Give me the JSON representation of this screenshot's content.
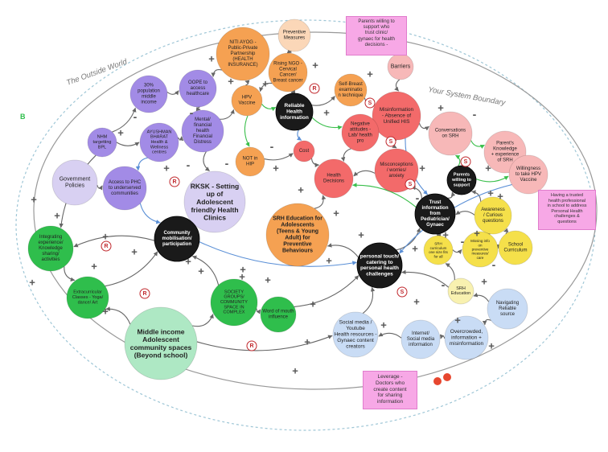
{
  "colors": {
    "orange": "#f5a152",
    "purple": "#a28be6",
    "lavender": "#d8d0f2",
    "black": "#1a1a1a",
    "salmon": "#f36a6a",
    "pink": "#f7b8b8",
    "yellow": "#f5e04a",
    "lightyellow": "#f8f1b0",
    "lightblue": "#c9dcf5",
    "green": "#2fbe4c",
    "lightgreen": "#aee8c4",
    "peach": "#fbd7b8",
    "note": "#f7a8e6"
  },
  "labels": {
    "outside_world": "The Outside World",
    "system_boundary": "Your System Boundary",
    "corner_mark": "B",
    "plus": "+",
    "minus": "-",
    "r": "R",
    "s": "S"
  },
  "nodes": [
    {
      "id": "niti",
      "lines": [
        "NITI AYOG -",
        "Public-Private",
        "Partnership",
        "(HEALTH",
        "INSURANCE)"
      ],
      "color": "orange"
    },
    {
      "id": "preventive",
      "lines": [
        "Preventive",
        "Measures"
      ],
      "color": "peach"
    },
    {
      "id": "rising_ngo",
      "lines": [
        "Rising NGO -",
        "Cervical",
        "Cancer/",
        "Breast cancer"
      ],
      "color": "orange"
    },
    {
      "id": "barriers",
      "lines": [
        "Barriers"
      ],
      "color": "pink"
    },
    {
      "id": "pop30",
      "lines": [
        "30%",
        "population",
        "middle",
        "income"
      ],
      "color": "purple"
    },
    {
      "id": "oope",
      "lines": [
        "OOPE to",
        "access",
        "healthcare"
      ],
      "color": "purple"
    },
    {
      "id": "hpv",
      "lines": [
        "HPV",
        "Vaccine"
      ],
      "color": "orange"
    },
    {
      "id": "reliable",
      "lines": [
        "Reliable",
        "Health",
        "information"
      ],
      "color": "black"
    },
    {
      "id": "self_breast",
      "lines": [
        "Self-Breast",
        "examinatio",
        "n technique"
      ],
      "color": "orange"
    },
    {
      "id": "misinfo",
      "lines": [
        "Misinformation",
        "- Absence of",
        "Unified HIS"
      ],
      "color": "salmon"
    },
    {
      "id": "conversations",
      "lines": [
        "Conversations",
        "on SRH"
      ],
      "color": "pink"
    },
    {
      "id": "nhm",
      "lines": [
        "NHM",
        "targetting",
        "BPL"
      ],
      "color": "purple"
    },
    {
      "id": "ayushman",
      "lines": [
        "AYUSHMAN",
        "BHARAT",
        "Health &",
        "Wellness",
        "centres"
      ],
      "color": "purple"
    },
    {
      "id": "mental",
      "lines": [
        "Mental/",
        "financial",
        "health",
        "Financial",
        "Distress"
      ],
      "color": "purple"
    },
    {
      "id": "not_hip",
      "lines": [
        "NOT in",
        "HIP"
      ],
      "color": "orange"
    },
    {
      "id": "cost",
      "lines": [
        "Cost"
      ],
      "color": "salmon"
    },
    {
      "id": "negative",
      "lines": [
        "Negative",
        "attitudes -",
        "Lab/ health",
        "pro"
      ],
      "color": "salmon"
    },
    {
      "id": "parents_knowledge",
      "lines": [
        "Parent's",
        "Knowledge",
        "+ experience",
        "of SRH"
      ],
      "color": "pink"
    },
    {
      "id": "willingness",
      "lines": [
        "Willingness",
        "to take HPV",
        "Vaccine"
      ],
      "color": "pink"
    },
    {
      "id": "gov",
      "lines": [
        "Government",
        "Policies"
      ],
      "color": "lavender"
    },
    {
      "id": "access_phc",
      "lines": [
        "Access to PHC",
        "to underserved",
        "communities"
      ],
      "color": "purple"
    },
    {
      "id": "rksk",
      "lines": [
        "RKSK - Setting",
        "up of",
        "Adolescent",
        "friendly Health",
        "Clinics"
      ],
      "color": "lavender"
    },
    {
      "id": "health_decisions",
      "lines": [
        "Health",
        "Decisions"
      ],
      "color": "salmon"
    },
    {
      "id": "misconceptions",
      "lines": [
        "Misconceptions",
        "/ worries/",
        "anxiety"
      ],
      "color": "salmon"
    },
    {
      "id": "parents_support",
      "lines": [
        "Parents",
        "willing to",
        "support"
      ],
      "color": "black"
    },
    {
      "id": "trust_info",
      "lines": [
        "Trust",
        "information",
        "from",
        "Pediatrician/",
        "Gynaec"
      ],
      "color": "black"
    },
    {
      "id": "awareness",
      "lines": [
        "Awareness",
        "/ Curious",
        "questions"
      ],
      "color": "yellow"
    },
    {
      "id": "srh_edu_adol",
      "lines": [
        "SRH Education for",
        "Adolescents",
        "(Teens & Young",
        "Adult) for",
        "Preventive",
        "Behaviours"
      ],
      "color": "orange"
    },
    {
      "id": "srh_curriculum",
      "lines": [
        "SRH",
        "curriculum",
        "one size fits",
        "for all"
      ],
      "color": "yellow"
    },
    {
      "id": "missing_info",
      "lines": [
        "Missing info",
        "on",
        "preventive",
        "measures/",
        "care"
      ],
      "color": "yellow"
    },
    {
      "id": "school_curriculum",
      "lines": [
        "School",
        "Curriculum"
      ],
      "color": "yellow"
    },
    {
      "id": "integrating",
      "lines": [
        "Integrating",
        "experience/",
        "Knowledge",
        "sharing/",
        "activities"
      ],
      "color": "green"
    },
    {
      "id": "community",
      "lines": [
        "Community",
        "mobilisation/",
        "participation"
      ],
      "color": "black"
    },
    {
      "id": "personal_touch",
      "lines": [
        "personal touch/",
        "catering to",
        "personal health",
        "challenges"
      ],
      "color": "black"
    },
    {
      "id": "srh_education",
      "lines": [
        "SRH",
        "Education"
      ],
      "color": "lightyellow"
    },
    {
      "id": "extracurricular",
      "lines": [
        "Extracurricular",
        "Classes - Yoga/",
        "dance/ Art"
      ],
      "color": "green"
    },
    {
      "id": "society_groups",
      "lines": [
        "SOCIETY",
        "GROUPS/",
        "COMMUNITY",
        "SPACE IN",
        "COMPLEX"
      ],
      "color": "green"
    },
    {
      "id": "word_of_mouth",
      "lines": [
        "Word of mouth",
        "influence"
      ],
      "color": "green"
    },
    {
      "id": "navigating",
      "lines": [
        "Navigating",
        "Reliable",
        "source"
      ],
      "color": "lightblue"
    },
    {
      "id": "middle_income",
      "lines": [
        "Middle income",
        "Adolescent",
        "community spaces",
        "(Beyond school)"
      ],
      "color": "lightgreen"
    },
    {
      "id": "social_media",
      "lines": [
        "Social media /",
        "Youtube",
        "Health resources -",
        "Gynaec content",
        "creators"
      ],
      "color": "lightblue"
    },
    {
      "id": "internet",
      "lines": [
        "Internet/",
        "Social media",
        "information"
      ],
      "color": "lightblue"
    },
    {
      "id": "overcrowded",
      "lines": [
        "Overcrowded,",
        "information +",
        "misinformation"
      ],
      "color": "lightblue"
    }
  ],
  "notes": [
    {
      "id": "note_parents",
      "lines": [
        "Parents willing to",
        "support who",
        "trust clinic/",
        "gynaec for health",
        "decisions -"
      ]
    },
    {
      "id": "note_trusted",
      "lines": [
        "Having a trusted",
        "health professional",
        "in school to address",
        "Personal Health",
        "challenges &",
        "questions"
      ]
    },
    {
      "id": "note_leverage",
      "lines": [
        "Leverage -",
        "Doctors who",
        "create content",
        "for sharing",
        "information"
      ]
    }
  ]
}
